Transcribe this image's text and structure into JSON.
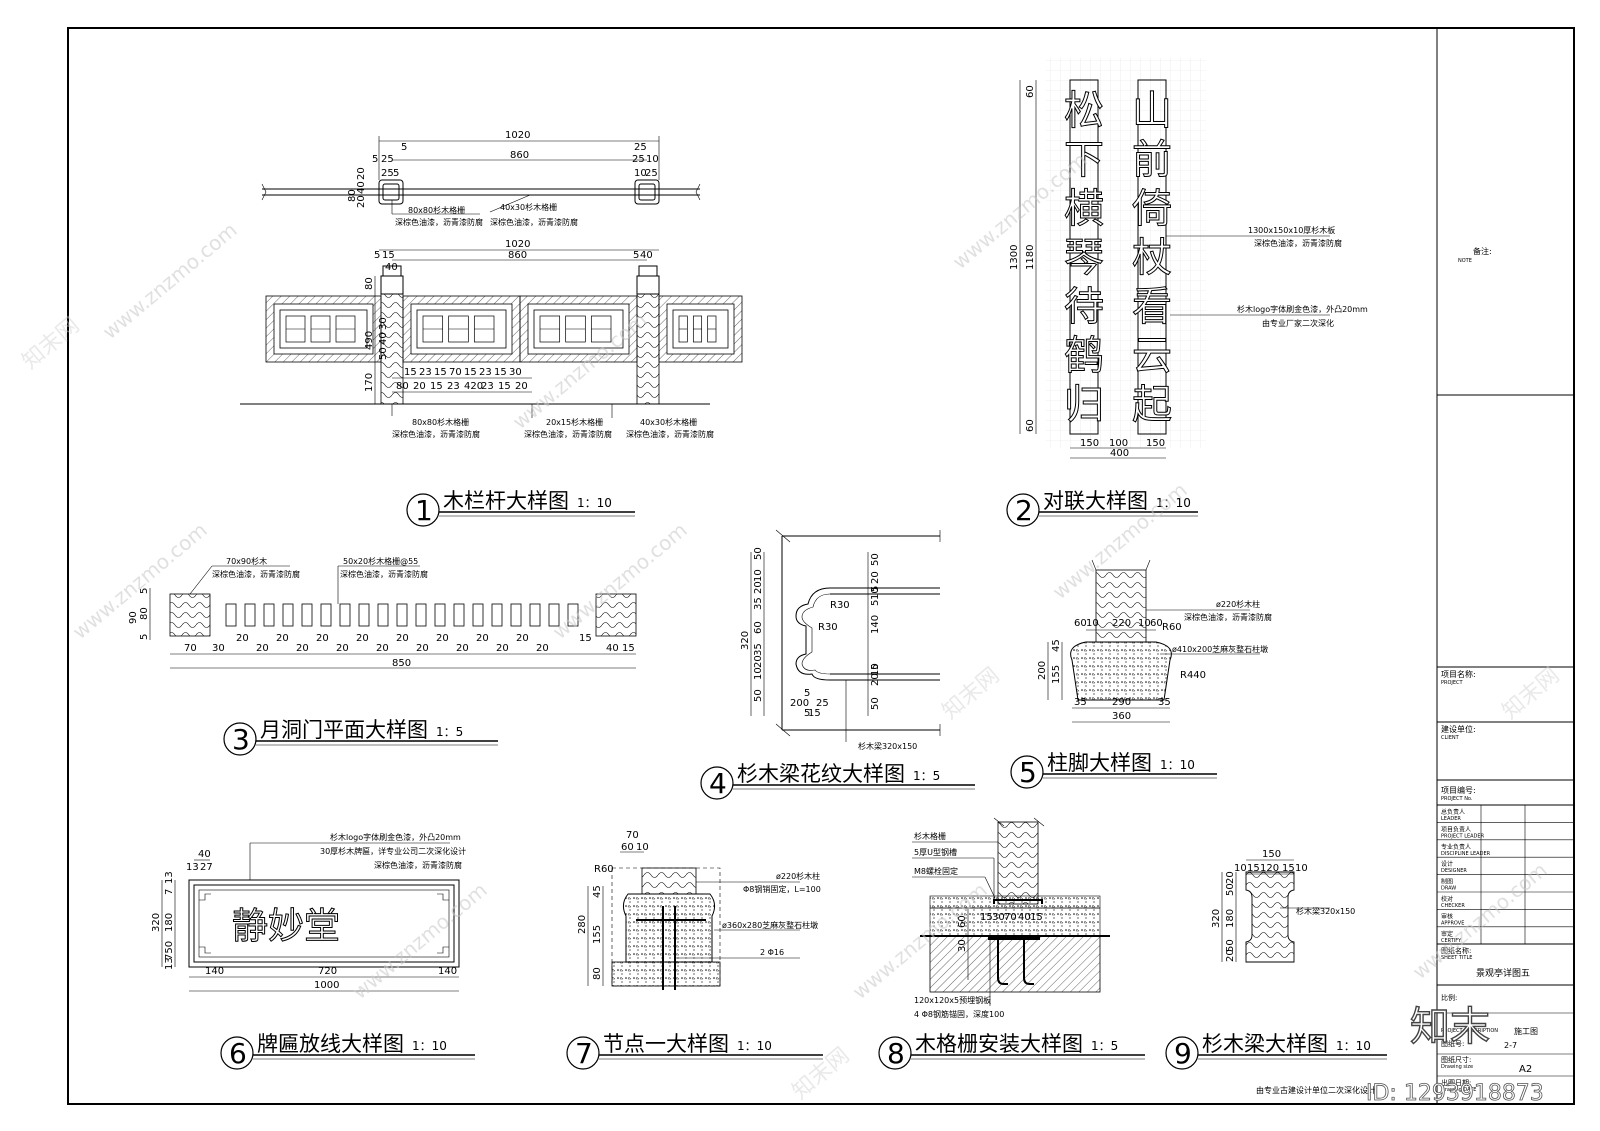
{
  "sheet_title": "景观亭详图五",
  "footer_note": "由专业古建设计单位二次深化设计",
  "watermark": {
    "site": "www.znzmo.com",
    "brand": "知末网",
    "logo": "知末",
    "id": "ID: 1293918873"
  },
  "title_block": {
    "note": "备注:",
    "note_en": "NOTE",
    "project": "项目名称:",
    "project_en": "PROJECT",
    "client": "建设单位:",
    "client_en": "CLIENT",
    "project_no": "项目编号:",
    "project_no_en": "PROJECT No.",
    "rows": [
      {
        "cn": "总负责人",
        "en": "LEADER"
      },
      {
        "cn": "项目负责人",
        "en": "PROJECT LEADER"
      },
      {
        "cn": "专业负责人",
        "en": "DISCIPLINE LEADER"
      },
      {
        "cn": "设计",
        "en": "DESIGNER"
      },
      {
        "cn": "制图",
        "en": "DRAW"
      },
      {
        "cn": "校对",
        "en": "CHECKER"
      },
      {
        "cn": "审核",
        "en": "APPROVE"
      },
      {
        "cn": "审定",
        "en": "CERTIFY"
      }
    ],
    "sheet_title_label": "图纸名称:",
    "sheet_title_en": "SHEET TITLE",
    "scale_label": "比例:",
    "desc_label": "PROJECT DESCRIPTION",
    "desc_value": "施工图",
    "sheet_no_label": "图纸号:",
    "sheet_no_value": "2-7",
    "size_label": "图纸尺寸:",
    "size_en": "Drawing size",
    "size_value": "A2",
    "date_label": "出图日期:",
    "date_en": "Drawing DATE"
  },
  "details": {
    "d1": {
      "num": "1",
      "title": "木栏杆大样图",
      "scale": "1：10",
      "dims_top": [
        "1020",
        "860",
        "5",
        "25",
        "5",
        "25",
        "10",
        "25",
        "5",
        "25",
        "10",
        "25",
        "80",
        "20",
        "40",
        "20"
      ],
      "dims_mid": [
        "1020",
        "860",
        "5",
        "15",
        "5",
        "40",
        "5",
        "15",
        "5",
        "40"
      ],
      "dims_left": [
        "80",
        "490",
        "170",
        "30",
        "40",
        "50"
      ],
      "dims_bottom": [
        "15",
        "23",
        "15",
        "70",
        "15",
        "23",
        "15",
        "30",
        "80",
        "20",
        "15",
        "23",
        "420",
        "23",
        "15",
        "20"
      ],
      "notes": [
        {
          "a": "80x80杉木格栅",
          "b": "深棕色油漆，沥青漆防腐"
        },
        {
          "a": "40x30杉木格栅",
          "b": "深棕色油漆，沥青漆防腐"
        },
        {
          "a": "80x80杉木格栅",
          "b": "深棕色油漆，沥青漆防腐"
        },
        {
          "a": "20x15杉木格栅",
          "b": "深棕色油漆，沥青漆防腐"
        },
        {
          "a": "40x30杉木格栅",
          "b": "深棕色油漆，沥青漆防腐"
        }
      ]
    },
    "d2": {
      "num": "2",
      "title": "对联大样图",
      "scale": "1：10",
      "left_text": [
        "松",
        "下",
        "横",
        "琴",
        "待",
        "鹤",
        "归"
      ],
      "right_text": [
        "山",
        "前",
        "倚",
        "杖",
        "看",
        "云",
        "起"
      ],
      "dims": [
        "60",
        "1300",
        "1180",
        "60",
        "150",
        "100",
        "150",
        "400"
      ],
      "notes": [
        {
          "a": "1300x150x10厚杉木板",
          "b": "深棕色油漆，沥青漆防腐"
        },
        {
          "a": "杉木logo字体刷金色漆，外凸20mm",
          "b": "由专业厂家二次深化"
        }
      ]
    },
    "d3": {
      "num": "3",
      "title": "月洞门平面大样图",
      "scale": "1：5",
      "dims": [
        "5",
        "80",
        "5",
        "90",
        "70",
        "30",
        "20",
        "20",
        "20",
        "20",
        "20",
        "20",
        "20",
        "20",
        "15",
        "40",
        "15",
        "850"
      ],
      "notes": [
        {
          "a": "70x90杉木",
          "b": "深棕色油漆，沥青漆防腐"
        },
        {
          "a": "50x20杉木格栅@55",
          "b": "深棕色油漆，沥青漆防腐"
        }
      ]
    },
    "d4": {
      "num": "4",
      "title": "杉木梁花纹大样图",
      "scale": "1：5",
      "dims_left": [
        "50",
        "10",
        "20",
        "35",
        "60",
        "35",
        "20",
        "10",
        "50",
        "320"
      ],
      "dims_right": [
        "50",
        "20",
        "5",
        "10",
        "5",
        "140",
        "5",
        "10",
        "20",
        "50"
      ],
      "radii": [
        "R30",
        "R30"
      ],
      "dims_bottom": [
        "200",
        "5",
        "25",
        "5",
        "15"
      ],
      "note": "杉木梁320x150"
    },
    "d5": {
      "num": "5",
      "title": "柱脚大样图",
      "scale": "1：10",
      "dims_top": [
        "60",
        "10",
        "220",
        "10",
        "60"
      ],
      "dims_left": [
        "45",
        "155",
        "200"
      ],
      "dims_bottom": [
        "35",
        "290",
        "35",
        "360"
      ],
      "radii": [
        "R60",
        "R440"
      ],
      "notes": [
        {
          "a": "ø220杉木柱",
          "b": "深棕色油漆，沥青漆防腐"
        },
        {
          "a": "ø410x200芝麻灰整石柱墩",
          "b": ""
        }
      ]
    },
    "d6": {
      "num": "6",
      "title": "牌匾放线大样图",
      "scale": "1：10",
      "board_text": "静妙堂",
      "dims_top": [
        "40",
        "13",
        "27"
      ],
      "dims_left": [
        "13",
        "7",
        "320",
        "180",
        "750",
        "13"
      ],
      "dims_bottom": [
        "140",
        "720",
        "140",
        "1000"
      ],
      "notes": [
        {
          "a": "杉木logo字体刷金色漆，外凸20mm",
          "b": ""
        },
        {
          "a": "30厚杉木牌匾，详专业公司二次深化设计",
          "b": ""
        },
        {
          "a": "深棕色油漆，沥青漆防腐",
          "b": ""
        }
      ]
    },
    "d7": {
      "num": "7",
      "title": "节点一大样图",
      "scale": "1：10",
      "dims_top": [
        "70",
        "60",
        "10"
      ],
      "dims_left": [
        "45",
        "155",
        "280",
        "80"
      ],
      "radius": "R60",
      "notes": [
        {
          "a": "ø220杉木柱",
          "b": "Φ8钢销固定，L=100"
        },
        {
          "a": "ø360x280芝麻灰整石柱墩",
          "b": ""
        },
        {
          "a": "2 Φ16",
          "b": ""
        }
      ]
    },
    "d8": {
      "num": "8",
      "title": "木格栅安装大样图",
      "scale": "1：5",
      "dims": [
        "15",
        "30",
        "70",
        "40",
        "15",
        "60",
        "30"
      ],
      "notes": [
        {
          "a": "杉木格栅",
          "b": ""
        },
        {
          "a": "5厚U型钢槽",
          "b": ""
        },
        {
          "a": "M8螺栓固定",
          "b": ""
        },
        {
          "a": "120x120x5预埋钢板",
          "b": ""
        },
        {
          "a": "4 Φ8钢筋锚固，深度100",
          "b": ""
        }
      ]
    },
    "d9": {
      "num": "9",
      "title": "杉木梁大样图",
      "scale": "1：10",
      "dims_top": [
        "150",
        "10",
        "15",
        "120",
        "15",
        "10"
      ],
      "dims_left": [
        "20",
        "50",
        "320",
        "180",
        "50",
        "20"
      ],
      "note": "杉木梁320x150"
    }
  }
}
